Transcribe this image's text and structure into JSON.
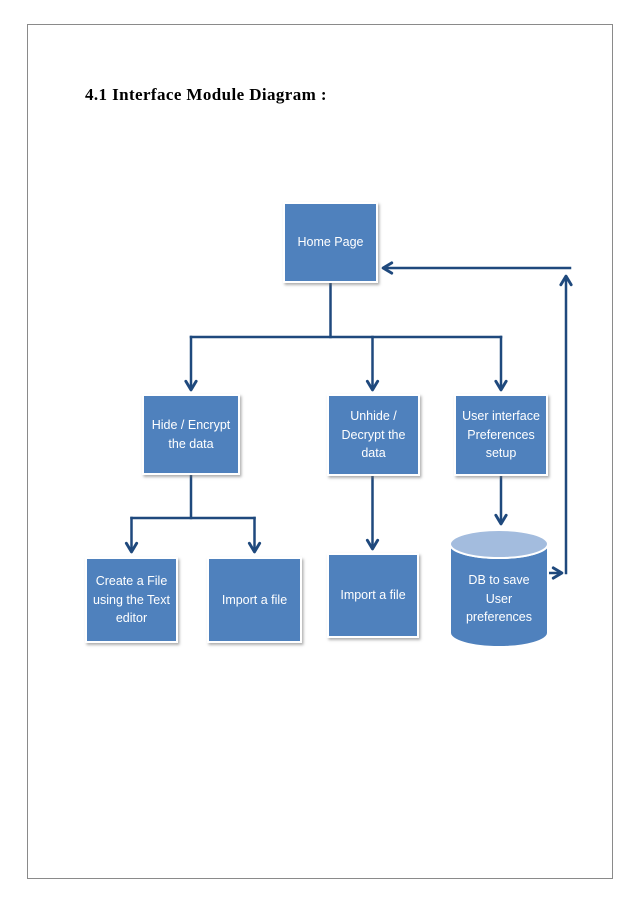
{
  "document": {
    "heading": "4.1 Interface Module Diagram :"
  },
  "colors": {
    "node_fill": "#4F81BD",
    "node_text": "#FFFFFF",
    "connector": "#1F497D",
    "cylinder_top_fill": "#A3BCDE",
    "page_border": "#8A8A8A"
  },
  "diagram": {
    "nodes": {
      "home_page": {
        "label": "Home Page",
        "shape": "rect"
      },
      "hide_encrypt": {
        "label": "Hide / Encrypt\nthe data",
        "shape": "rect"
      },
      "unhide_decrypt": {
        "label": "Unhide /\nDecrypt the\ndata",
        "shape": "rect"
      },
      "user_preferences": {
        "label": "User interface\nPreferences\nsetup",
        "shape": "rect"
      },
      "create_file": {
        "label": "Create a File\nusing the Text\neditor",
        "shape": "rect"
      },
      "import_file_left": {
        "label": "Import a file",
        "shape": "rect"
      },
      "import_file_middle": {
        "label": "Import a file",
        "shape": "rect"
      },
      "db_preferences": {
        "label": "DB to save\nUser\npreferences",
        "shape": "cylinder"
      }
    },
    "edges": [
      {
        "from": "home_page",
        "to": "hide_encrypt"
      },
      {
        "from": "home_page",
        "to": "unhide_decrypt"
      },
      {
        "from": "home_page",
        "to": "user_preferences"
      },
      {
        "from": "hide_encrypt",
        "to": "create_file"
      },
      {
        "from": "hide_encrypt",
        "to": "import_file_left"
      },
      {
        "from": "unhide_decrypt",
        "to": "import_file_middle"
      },
      {
        "from": "user_preferences",
        "to": "db_preferences"
      },
      {
        "from": "db_preferences",
        "to": "home_page"
      }
    ]
  }
}
